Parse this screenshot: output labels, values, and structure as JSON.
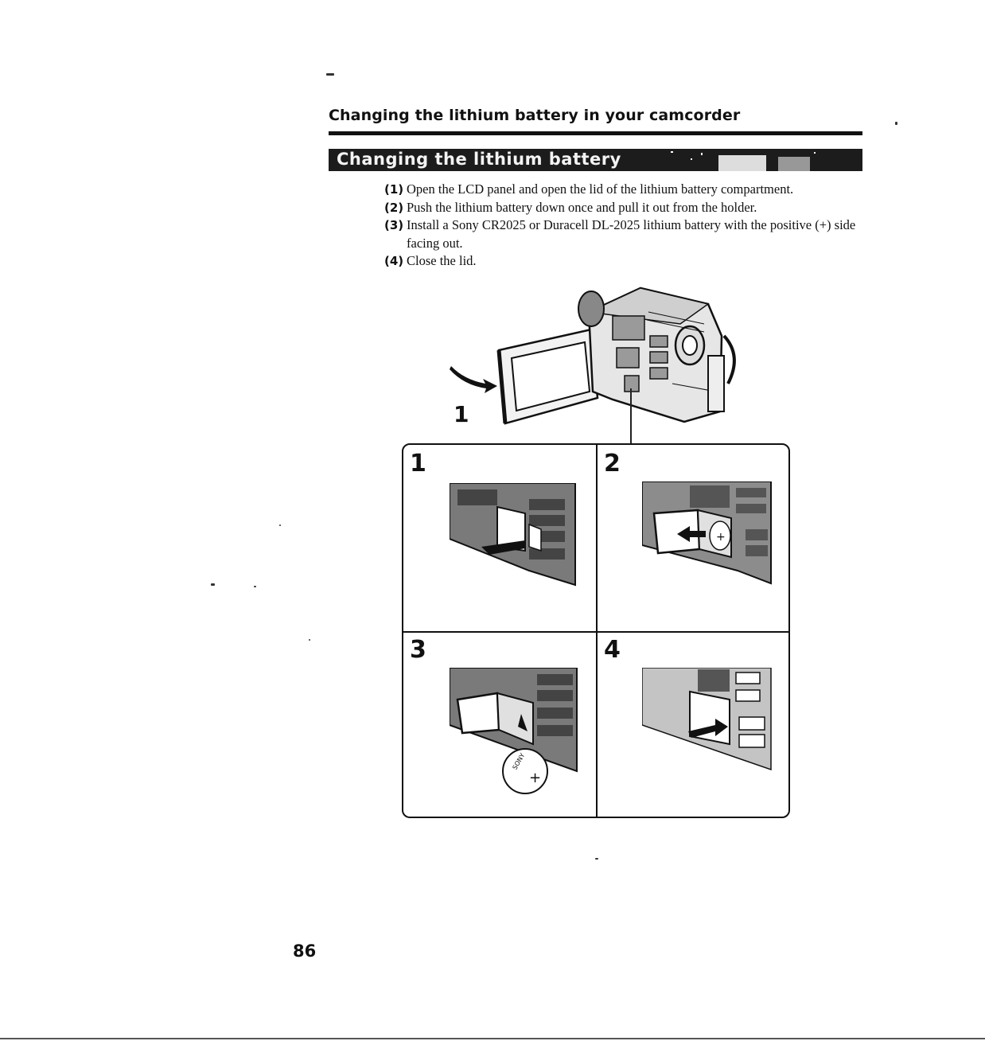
{
  "header": {
    "title": "Changing the lithium battery in your camcorder",
    "subheading": "Changing the lithium battery"
  },
  "steps": [
    {
      "num": "(1)",
      "text": "Open the LCD panel and open the lid of the lithium battery compartment."
    },
    {
      "num": "(2)",
      "text": "Push the lithium battery down once and pull it out from the holder."
    },
    {
      "num": "(3)",
      "text": "Install a Sony CR2025 or Duracell DL-2025 lithium battery with the positive (+) side facing out."
    },
    {
      "num": "(4)",
      "text": "Close the lid."
    }
  ],
  "illustration": {
    "main_callout": "1",
    "panels": [
      {
        "label": "1"
      },
      {
        "label": "2"
      },
      {
        "label": "3"
      },
      {
        "label": "4"
      }
    ],
    "battery_marks": {
      "plus": "+",
      "brand": "SONY"
    }
  },
  "footer": {
    "page_number": "86"
  }
}
